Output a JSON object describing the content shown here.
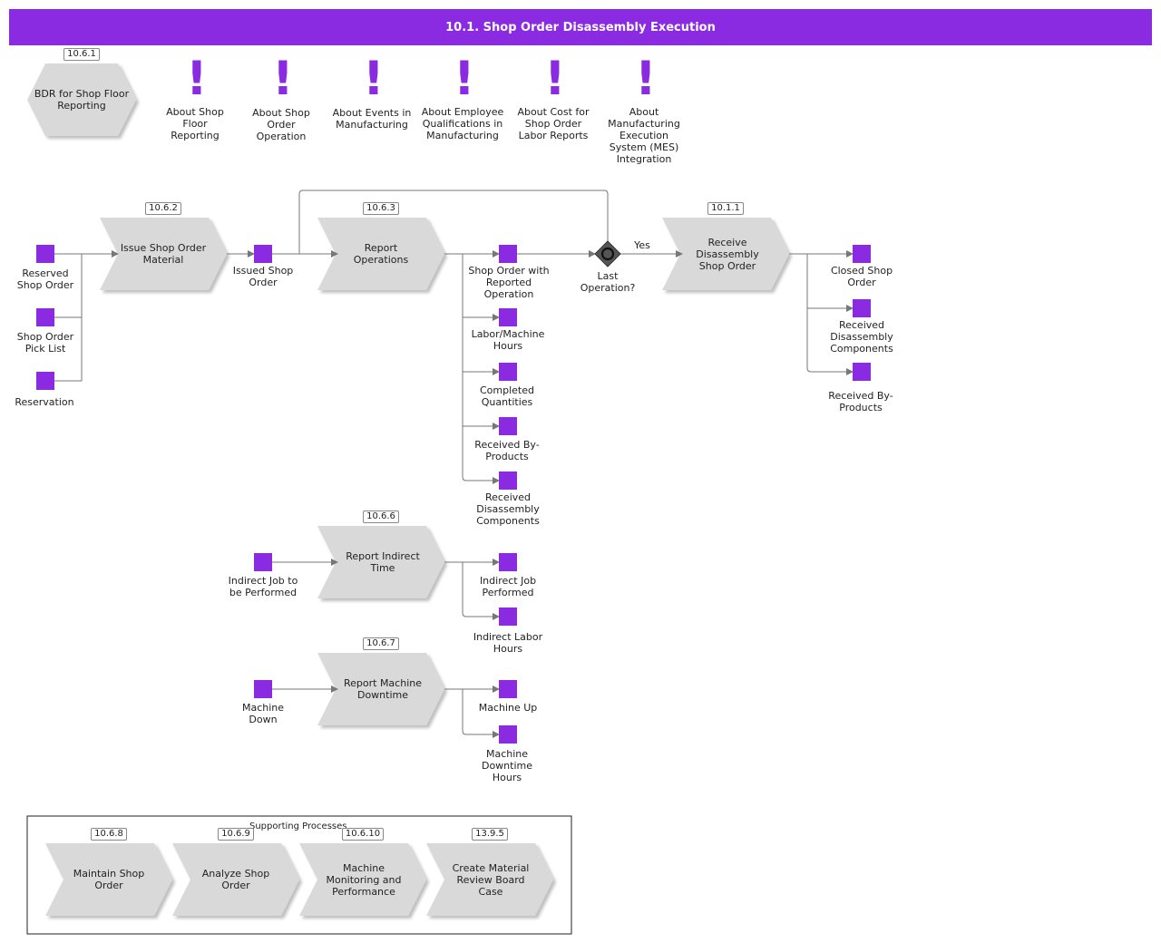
{
  "title": "10.1. Shop Order Disassembly Execution",
  "bdr": {
    "ref": "10.6.1",
    "label": "BDR for Shop Floor Reporting"
  },
  "notes": [
    "About Shop Floor Reporting",
    "About Shop Order Operation",
    "About Events in Manufacturing",
    "About Employee Qualifications in Manufacturing",
    "About Cost for Shop Order Labor Reports",
    "About Manufacturing Execution System (MES) Integration"
  ],
  "processes": {
    "issue": {
      "ref": "10.6.2",
      "label": "Issue Shop Order Material"
    },
    "report_ops": {
      "ref": "10.6.3",
      "label": "Report Operations"
    },
    "receive": {
      "ref": "10.1.1",
      "label": "Receive Disassembly Shop Order"
    },
    "indirect": {
      "ref": "10.6.6",
      "label": "Report Indirect Time"
    },
    "downtime": {
      "ref": "10.6.7",
      "label": "Report Machine Downtime"
    }
  },
  "objects": {
    "reserved_shop_order": "Reserved Shop Order",
    "pick_list": "Shop Order Pick List",
    "reservation": "Reservation",
    "issued_shop_order": "Issued Shop Order",
    "shop_order_reported_op": "Shop Order with Reported Operation",
    "labor_machine_hours": "Labor/Machine Hours",
    "completed_quantities": "Completed Quantities",
    "received_byproducts_mid": "Received By-Products",
    "received_disassembly_mid": "Received Disassembly Components",
    "closed_shop_order": "Closed Shop Order",
    "received_disassembly_right": "Received Disassembly Components",
    "received_byproducts_right": "Received By-Products",
    "indirect_job_to_be": "Indirect Job to be Performed",
    "indirect_job_performed": "Indirect Job Performed",
    "indirect_labor_hours": "Indirect Labor Hours",
    "machine_down": "Machine Down",
    "machine_up": "Machine Up",
    "machine_downtime_hours": "Machine Downtime Hours"
  },
  "gateway": {
    "label": "Last Operation?",
    "yes": "Yes"
  },
  "supporting": {
    "title": "Supporting Processes",
    "items": [
      {
        "ref": "10.6.8",
        "label": "Maintain Shop Order"
      },
      {
        "ref": "10.6.9",
        "label": "Analyze Shop Order"
      },
      {
        "ref": "10.6.10",
        "label": "Machine Monitoring and Performance"
      },
      {
        "ref": "13.9.5",
        "label": "Create Material Review Board Case"
      }
    ]
  },
  "colors": {
    "accent": "#8a2be2",
    "process": "#d9d9da",
    "line": "#777777"
  }
}
